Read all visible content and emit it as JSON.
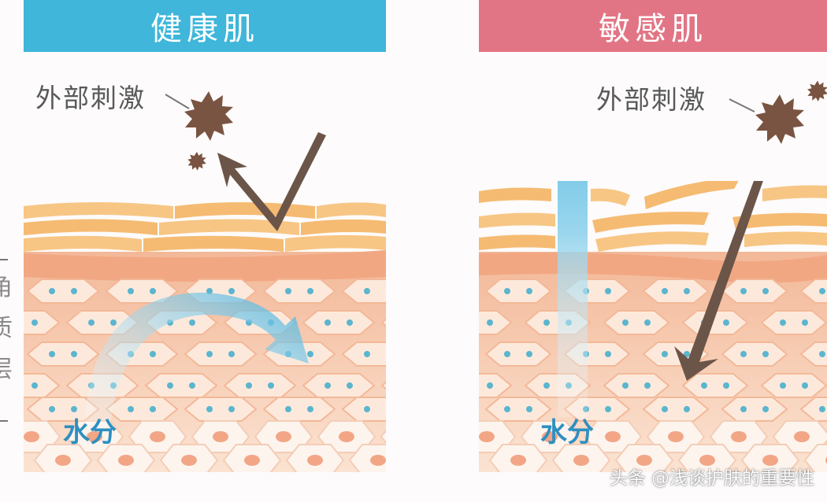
{
  "panels": {
    "left": {
      "title": "健康肌",
      "stimulus_label": "外部刺激",
      "water_label": "水分"
    },
    "right": {
      "title": "敏感肌",
      "stimulus_label": "外部刺激",
      "water_label": "水分"
    }
  },
  "side_label": "角质层",
  "watermark": "头条 @浅谈护肤的重要性",
  "colors": {
    "banner_healthy": "#3fb6da",
    "banner_sensitive": "#e27585",
    "arrow_water": "#6cc3e3",
    "arrow_stimulus": "#6b5549",
    "stimulus_particle": "#7a5442",
    "stratum_corneum": "#f6c07e",
    "skin_layer": "#f5c7ac",
    "cell_nucleus": "#5bb5cf",
    "bottom_cell_nucleus": "#f2a686"
  },
  "icons": [
    "stimulus-particle-icon",
    "water-arrow-icon",
    "stimulus-arrow-icon"
  ]
}
